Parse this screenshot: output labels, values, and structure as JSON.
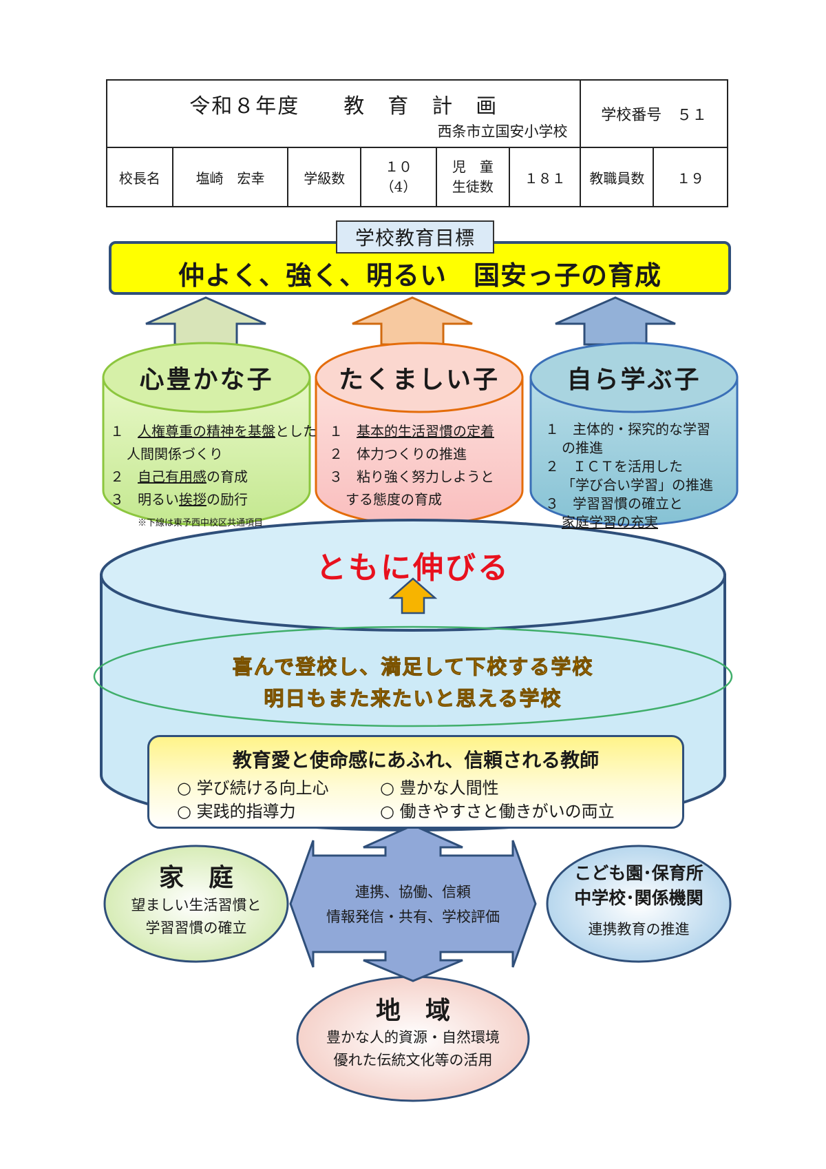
{
  "header": {
    "title": "令和８年度　　教　育　計　画",
    "school_name": "西条市立国安小学校",
    "school_number_label": "学校番号　５１",
    "principal_label": "校長名",
    "principal_name": "塩崎　宏幸",
    "class_count_label": "学級数",
    "class_count_value": "１０",
    "class_count_sub": "（4）",
    "students_label_1": "児　童",
    "students_label_2": "生徒数",
    "students_value": "１８１",
    "staff_label": "教職員数",
    "staff_value": "１９"
  },
  "goal": {
    "label": "学校教育目標",
    "text": "仲よく、強く、明るい　国安っ子の育成"
  },
  "columns": [
    {
      "title": "心豊かな子",
      "items": [
        {
          "num": "１",
          "parts": [
            {
              "t": "人権尊重の精神を基盤",
              "u": true
            },
            {
              "t": "とした",
              "u": false
            }
          ]
        },
        {
          "num": "",
          "parts": [
            {
              "t": "人間関係づくり",
              "u": false
            }
          ]
        },
        {
          "num": "２",
          "parts": [
            {
              "t": "自己有用感",
              "u": true
            },
            {
              "t": "の育成",
              "u": false
            }
          ]
        },
        {
          "num": "３",
          "parts": [
            {
              "t": "明るい",
              "u": false
            },
            {
              "t": "挨拶",
              "u": true
            },
            {
              "t": "の励行",
              "u": false
            }
          ]
        }
      ],
      "note": "※下線は東予西中校区共通項目"
    },
    {
      "title": "たくましい子",
      "items": [
        {
          "num": "１",
          "parts": [
            {
              "t": "基本的生活習慣の定着",
              "u": true
            }
          ]
        },
        {
          "num": "２",
          "parts": [
            {
              "t": "体力つくりの推進",
              "u": false
            }
          ]
        },
        {
          "num": "３",
          "parts": [
            {
              "t": "粘り強く努力しようと",
              "u": false
            }
          ]
        },
        {
          "num": "",
          "parts": [
            {
              "t": "する態度の育成",
              "u": false
            }
          ]
        }
      ]
    },
    {
      "title": "自ら学ぶ子",
      "items": [
        {
          "num": "１",
          "parts": [
            {
              "t": "主体的・探究的な学習",
              "u": false
            }
          ]
        },
        {
          "num": "",
          "parts": [
            {
              "t": "の推進",
              "u": false
            }
          ]
        },
        {
          "num": "２",
          "parts": [
            {
              "t": "ＩＣＴを活用した",
              "u": false
            }
          ]
        },
        {
          "num": "",
          "parts": [
            {
              "t": "「学び合い学習」の推進",
              "u": false
            }
          ]
        },
        {
          "num": "３",
          "parts": [
            {
              "t": "学習習慣の確立と",
              "u": false
            }
          ]
        },
        {
          "num": "",
          "parts": [
            {
              "t": "家庭学習の充実",
              "u": true
            }
          ]
        }
      ]
    }
  ],
  "core": {
    "slogan": "ともに伸びる",
    "school_line_1": "喜んで登校し、満足して下校する学校",
    "school_line_2": "明日もまた来たいと思える学校"
  },
  "teacher": {
    "title": "教育愛と使命感にあふれ、信頼される教師",
    "items": [
      "○ 学び続ける向上心",
      "○ 豊かな人間性",
      "○ 実践的指導力",
      "○ 働きやすさと働きがいの両立"
    ]
  },
  "partners": {
    "home_title": "家　庭",
    "home_text_1": "望ましい生活習慣と",
    "home_text_2": "学習習慣の確立",
    "center_text_1": "連携、協働、信頼",
    "center_text_2": "情報発信・共有、学校評価",
    "inst_title_1": "こども園･保育所",
    "inst_title_2": "中学校･関係機関",
    "inst_text": "連携教育の推進",
    "community_title": "地　域",
    "community_text_1": "豊かな人的資源・自然環境",
    "community_text_2": "優れた伝統文化等の活用"
  },
  "colors": {
    "goal_fill": "#ffff00",
    "col1_fill": "#d6f0a8",
    "col2_fill": "#fbcfcf",
    "col3_fill": "#9fcfdc",
    "core_fill": "#cdeaf7",
    "slogan_color": "#e8111e",
    "school_line_color": "#f5a800"
  }
}
